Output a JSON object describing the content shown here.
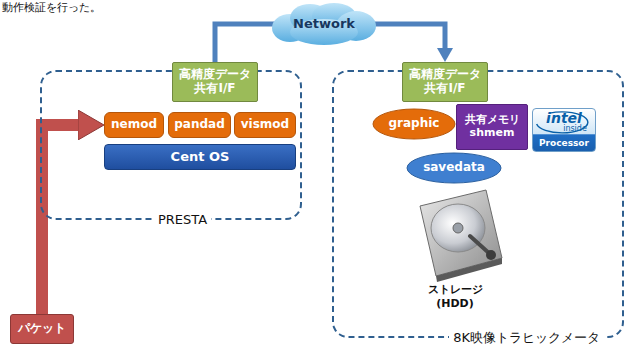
{
  "diagram": {
    "nodes": [
      {
        "text": [
          "Network"
        ]
      },
      {
        "text": [
          "PRESTA"
        ]
      },
      {
        "text": [
          "高精度データ 共有I/F"
        ],
        "in": 1
      },
      {
        "text": [
          "nemod"
        ],
        "in": 1
      },
      {
        "text": [
          "pandad"
        ],
        "in": 1
      },
      {
        "text": [
          "vismod"
        ],
        "in": 1
      },
      {
        "text": [
          "Cent OS"
        ],
        "in": 1
      },
      {
        "text": [
          "8K映像トラヒックメータ"
        ]
      },
      {
        "text": [
          "高精度データ 共有I/F"
        ],
        "in": 7
      },
      {
        "text": [
          "graphic"
        ],
        "in": 7
      },
      {
        "text": [
          "共有メモリ",
          "shmem"
        ],
        "in": 7
      },
      {
        "text": [
          "intel",
          "inside",
          "Processor"
        ],
        "in": 7
      },
      {
        "text": [
          "savedata"
        ],
        "in": 7
      },
      {
        "text": [
          "パケット"
        ]
      }
    ],
    "edges": [
      {
        "from": 13,
        "to": 3,
        "arrow": "to"
      },
      {
        "from": 2,
        "to": 0,
        "arrow": "none"
      },
      {
        "from": 0,
        "to": 8,
        "arrow": "to"
      }
    ],
    "labels": [
      "動作検証を行った。",
      "ストレージ (HDD)"
    ]
  }
}
